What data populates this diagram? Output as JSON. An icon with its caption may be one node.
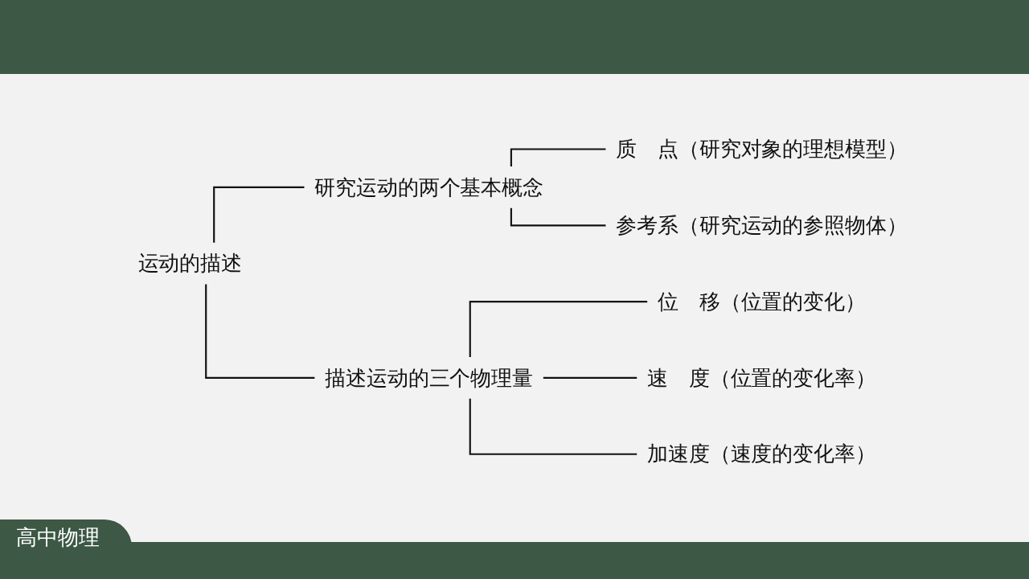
{
  "diagram": {
    "nodes": [
      {
        "text": [
          "运动的描述"
        ]
      },
      {
        "text": [
          "研究运动的两个基本概念"
        ]
      },
      {
        "text": [
          "质　点（研究对象的理想模型）"
        ]
      },
      {
        "text": [
          "参考系（研究运动的参照物体）"
        ]
      },
      {
        "text": [
          "描述运动的三个物理量"
        ]
      },
      {
        "text": [
          "位　移（位置的变化）"
        ]
      },
      {
        "text": [
          "速　度（位置的变化率）"
        ]
      },
      {
        "text": [
          "加速度（速度的变化率）"
        ]
      }
    ],
    "edges": [
      {
        "from": 0,
        "to": 1,
        "arrow": "none"
      },
      {
        "from": 0,
        "to": 4,
        "arrow": "none"
      },
      {
        "from": 1,
        "to": 2,
        "arrow": "none"
      },
      {
        "from": 1,
        "to": 3,
        "arrow": "none"
      },
      {
        "from": 4,
        "to": 5,
        "arrow": "none"
      },
      {
        "from": 4,
        "to": 6,
        "arrow": "none"
      },
      {
        "from": 4,
        "to": 7,
        "arrow": "none"
      }
    ],
    "labels": [
      "高中物理"
    ]
  }
}
